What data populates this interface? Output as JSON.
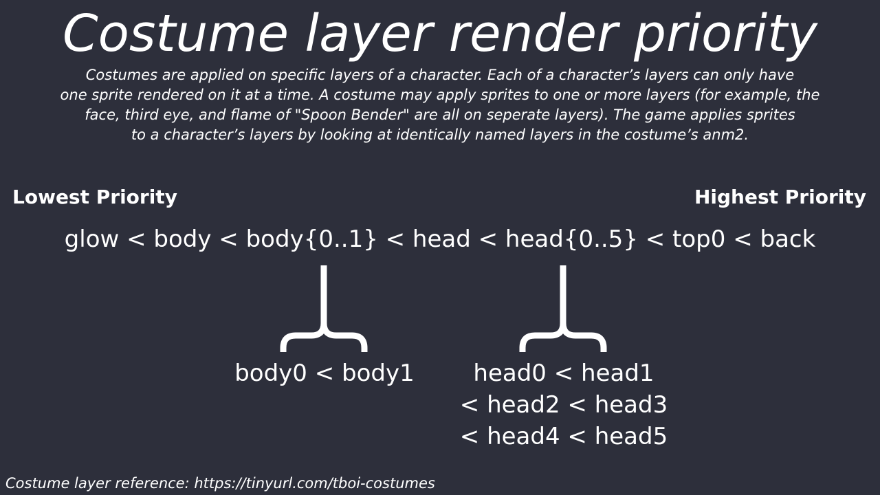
{
  "title": "Costume layer render priority",
  "description": [
    "Costumes are applied on specific layers of a character. Each of a character’s layers can only have",
    "one sprite rendered on it at a time. A costume may apply sprites to one or more layers (for example, the",
    "face, third eye, and flame of \"Spoon Bender\" are all on seperate layers). The game applies sprites",
    "to a character’s layers by looking at identically named layers in the costume’s anm2."
  ],
  "labels": {
    "lowest": "Lowest Priority",
    "highest": "Highest Priority"
  },
  "chain": "glow < body < body{0..1} < head < head{0..5} < top0 < back",
  "body_expansion": [
    "body0 < body1"
  ],
  "head_expansion": [
    "head0 < head1",
    "< head2 < head3",
    "< head4 < head5"
  ],
  "footer": "Costume layer reference: https://tinyurl.com/tboi-costumes",
  "colors": {
    "background": "#2d2f3b",
    "text": "#ffffff"
  }
}
